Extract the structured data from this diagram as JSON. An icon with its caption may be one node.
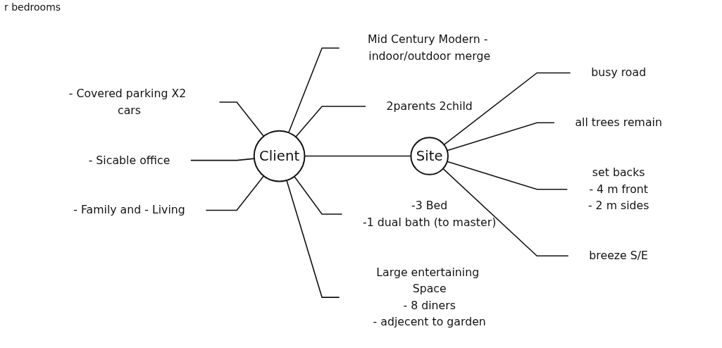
{
  "diagram": {
    "nodes": [
      {
        "text": [
          "Mid Century Modern - indoor/outdoor merge"
        ]
      },
      {
        "text": [
          "2parents 2child"
        ]
      },
      {
        "text": [
          "- Covered parking X2 cars"
        ]
      },
      {
        "text": [
          "busy road"
        ]
      },
      {
        "text": [
          "all trees remain"
        ]
      },
      {
        "text": [
          "- Sicable office"
        ]
      },
      {
        "text": [
          "set backs",
          "- 4 m front",
          "- 2 m sides"
        ]
      },
      {
        "text": [
          "Client"
        ]
      },
      {
        "text": [
          "Site"
        ]
      },
      {
        "text": [
          "breeze S/E"
        ]
      },
      {
        "text": [
          "- Family and - Living"
        ]
      },
      {
        "text": [
          "-3 Bed",
          "-1 dual bath (to master)"
        ]
      },
      {
        "text": [
          "Large entertaining Space",
          "- 8 diners",
          "- adjecent to garden"
        ]
      }
    ],
    "edges": [
      {
        "from": 7,
        "to": 0,
        "arrow": "none"
      },
      {
        "from": 7,
        "to": 1,
        "arrow": "none"
      },
      {
        "from": 7,
        "to": 2,
        "arrow": "none"
      },
      {
        "from": 7,
        "to": 5,
        "arrow": "none"
      },
      {
        "from": 7,
        "to": 10,
        "arrow": "none"
      },
      {
        "from": 7,
        "to": 12,
        "arrow": "none"
      },
      {
        "from": 7,
        "to": 11,
        "arrow": "none"
      },
      {
        "from": 7,
        "to": 8,
        "arrow": "none"
      },
      {
        "from": 8,
        "to": 3,
        "arrow": "none"
      },
      {
        "from": 8,
        "to": 4,
        "arrow": "none"
      },
      {
        "from": 8,
        "to": 6,
        "arrow": "none"
      },
      {
        "from": 8,
        "to": 9,
        "arrow": "none"
      }
    ],
    "labels": [
      "r bedrooms"
    ]
  }
}
